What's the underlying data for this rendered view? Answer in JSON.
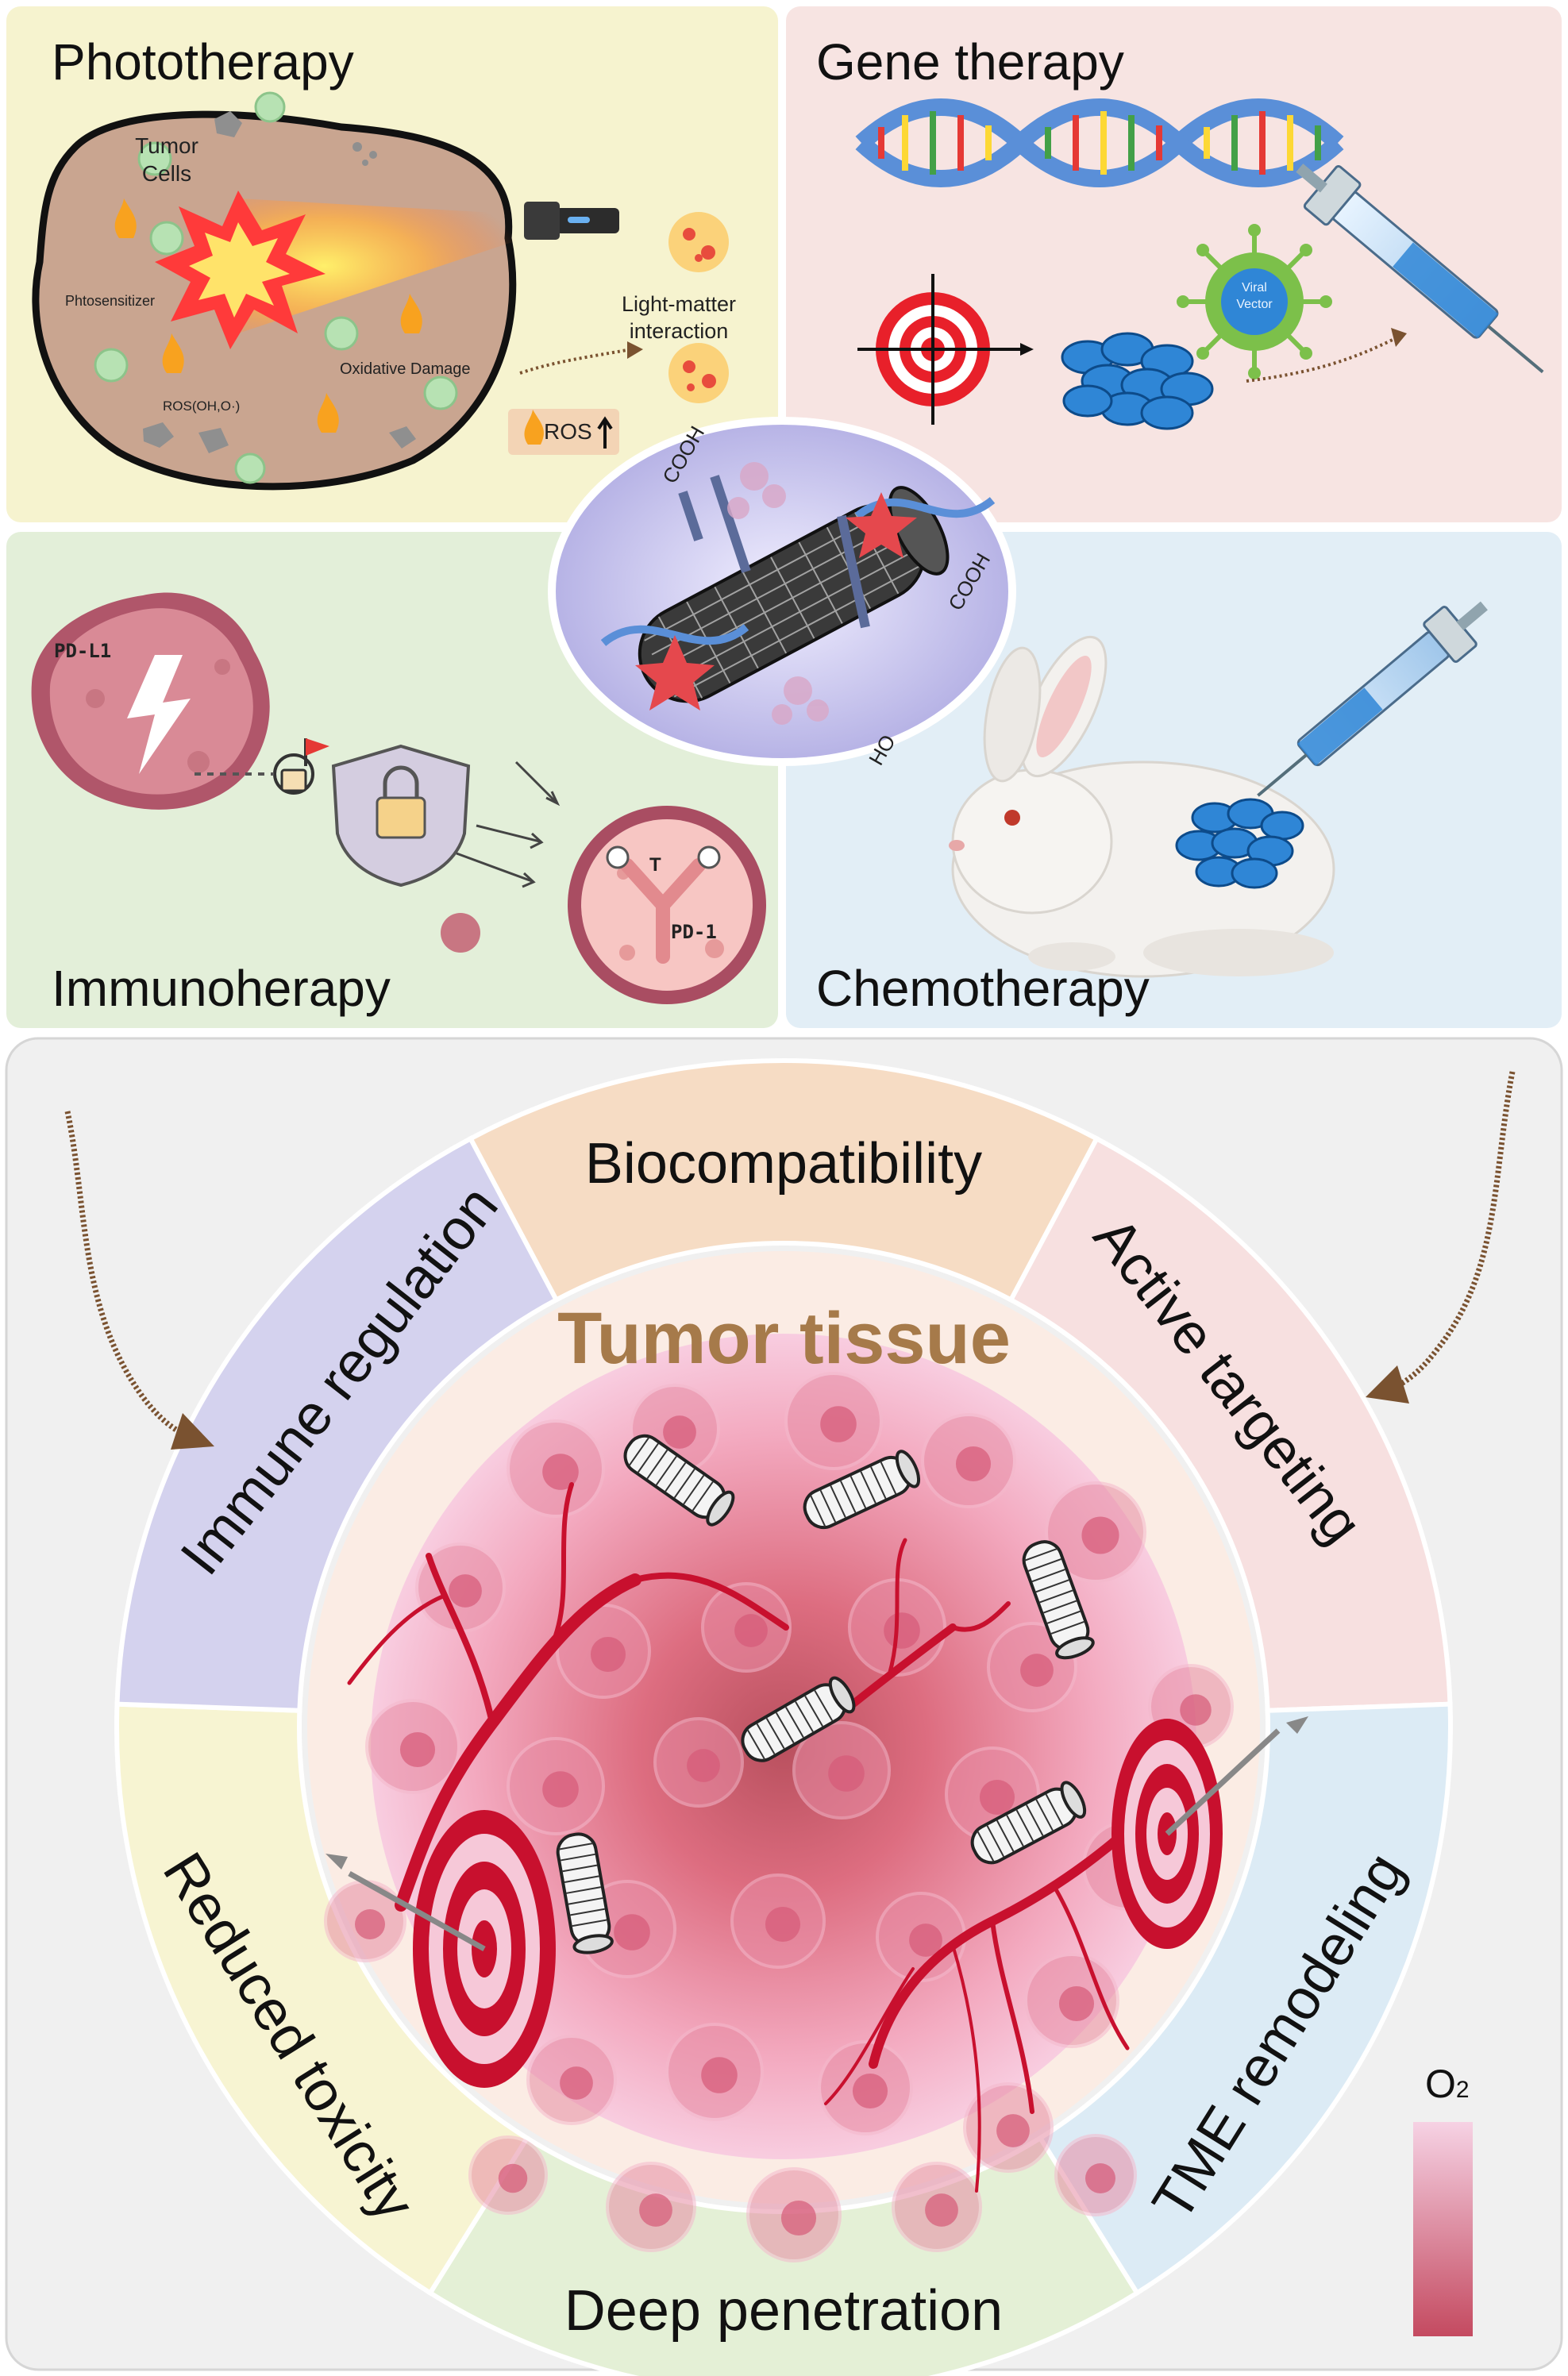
{
  "panels": {
    "phototherapy": {
      "title": "Phototherapy",
      "tumor_cells": [
        "Tumor",
        "Cells"
      ],
      "photosensitizer": "Phtosensitizer",
      "oxidative_damage": "Oxidative Damage",
      "ros_species": "ROS(OH,O·)",
      "light_matter": [
        "Light-matter",
        "interaction"
      ],
      "ros_badge": "ROS"
    },
    "gene_therapy": {
      "title": "Gene therapy",
      "viral_vector": [
        "Viral",
        "Vector"
      ]
    },
    "immunotherapy": {
      "title": "Immunoherapy",
      "pd_l1": "PD-L1",
      "t_cell": "T",
      "pd_1": "PD-1"
    },
    "chemotherapy": {
      "title": "Chemotherapy"
    }
  },
  "nanotube": {
    "cooh_left": "COOH",
    "cooh_right": "COOH",
    "ho": "HO"
  },
  "wheel": {
    "center_title": "Tumor tissue",
    "segments": [
      {
        "label": "Biocompatibility",
        "color": "#f6dcc4"
      },
      {
        "label": "Active targeting",
        "color": "#f7e0e0"
      },
      {
        "label": "TME remodeling",
        "color": "#dcebf5"
      },
      {
        "label": "Deep penetration",
        "color": "#e4f0d6"
      },
      {
        "label": "Reduced toxicity",
        "color": "#f7f4d2"
      },
      {
        "label": "Immune regulation",
        "color": "#d4d2ee"
      }
    ],
    "o2_label": "O",
    "o2_subscript": "2"
  },
  "colors": {
    "phototherapy_bg": "#f6f3cf",
    "gene_therapy_bg": "#f7e4e2",
    "immunotherapy_bg": "#e3efd9",
    "chemotherapy_bg": "#e2eef6",
    "bottom_bg": "#f0f0f0",
    "tumor_title": "#a67a4a"
  }
}
